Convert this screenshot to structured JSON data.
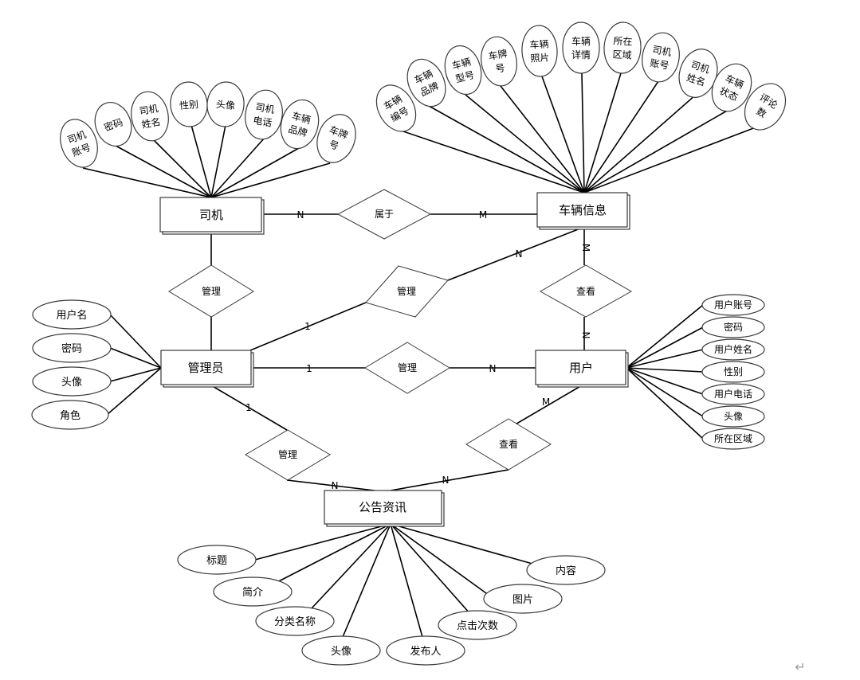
{
  "entities": {
    "driver": "司机",
    "vehicle": "车辆信息",
    "admin": "管理员",
    "user": "用户",
    "notice": "公告资讯"
  },
  "relations": {
    "belongs": "属于",
    "admin_driver": "管理",
    "admin_vehicle": "管理",
    "user_vehicle": "查看",
    "admin_user": "管理",
    "admin_notice": "管理",
    "user_notice": "查看"
  },
  "cardinality": {
    "driver_belongs": "N",
    "belongs_vehicle": "M",
    "vehicle_admin_rel": "N",
    "admin_admin_rel": "1",
    "vehicle_view": "M",
    "user_view": "N",
    "admin_user_left": "1",
    "admin_user_right": "N",
    "admin_notice_top": "1",
    "admin_notice_bottom": "N",
    "user_notice_top": "M",
    "user_notice_bottom": "N"
  },
  "driver_attrs": [
    [
      "司机",
      "账号"
    ],
    [
      "密码"
    ],
    [
      "司机",
      "姓名"
    ],
    [
      "性别"
    ],
    [
      "头像"
    ],
    [
      "司机",
      "电话"
    ],
    [
      "车辆",
      "品牌"
    ],
    [
      "车牌",
      "号"
    ]
  ],
  "vehicle_attrs": [
    [
      "车辆",
      "编号"
    ],
    [
      "车辆",
      "品牌"
    ],
    [
      "车辆",
      "型号"
    ],
    [
      "车牌",
      "号"
    ],
    [
      "车辆",
      "照片"
    ],
    [
      "车辆",
      "详情"
    ],
    [
      "所在",
      "区域"
    ],
    [
      "司机",
      "账号"
    ],
    [
      "司机",
      "姓名"
    ],
    [
      "车辆",
      "状态"
    ],
    [
      "评论",
      "数"
    ]
  ],
  "admin_attrs": [
    "用户名",
    "密码",
    "头像",
    "角色"
  ],
  "user_attrs": [
    "用户账号",
    "密码",
    "用户姓名",
    "性别",
    "用户电话",
    "头像",
    "所在区域"
  ],
  "notice_attrs": [
    "标题",
    "简介",
    "分类名称",
    "头像",
    "发布人",
    "点击次数",
    "图片",
    "内容"
  ],
  "return_mark": "↵"
}
